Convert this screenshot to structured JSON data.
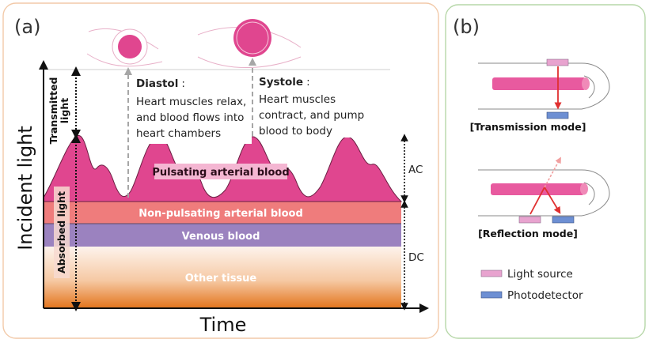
{
  "panel_a": {
    "label": "(a)",
    "y_axis_title": "Incident light",
    "x_axis_title": "Time",
    "transmitted_label": "Transmitted light",
    "absorbed_label": "Absorbed light",
    "diastol": {
      "title": "Diastol",
      "colon": ":",
      "lines": [
        "Heart muscles relax,",
        "and blood flows into",
        "heart chambers"
      ]
    },
    "systole": {
      "title": "Systole",
      "colon": ":",
      "lines": [
        "Heart muscles",
        "contract, and pump",
        "blood to body"
      ]
    },
    "layers": {
      "pulsating": "Pulsating arterial blood",
      "non_pulsating": "Non-pulsating arterial blood",
      "venous": "Venous blood",
      "other": "Other tissue"
    },
    "ac_label": "AC",
    "dc_label": "DC"
  },
  "panel_b": {
    "label": "(b)",
    "transmission_mode": "[Transmission mode]",
    "reflection_mode": "[Reflection mode]",
    "legend": {
      "light_source": "Light source",
      "photodetector": "Photodetector"
    }
  },
  "colors": {
    "panel_a_border": "#f2c9a8",
    "panel_b_border": "#b6d7a8",
    "pulsating": "#e0468f",
    "non_pulsating": "#ef7c7c",
    "venous": "#9b82bf",
    "tissue_top": "#fbeee3",
    "tissue_bottom": "#e3741c",
    "light_source": "#e8a3cf",
    "photodetector": "#6d8fd3",
    "ray": "#e03030"
  }
}
